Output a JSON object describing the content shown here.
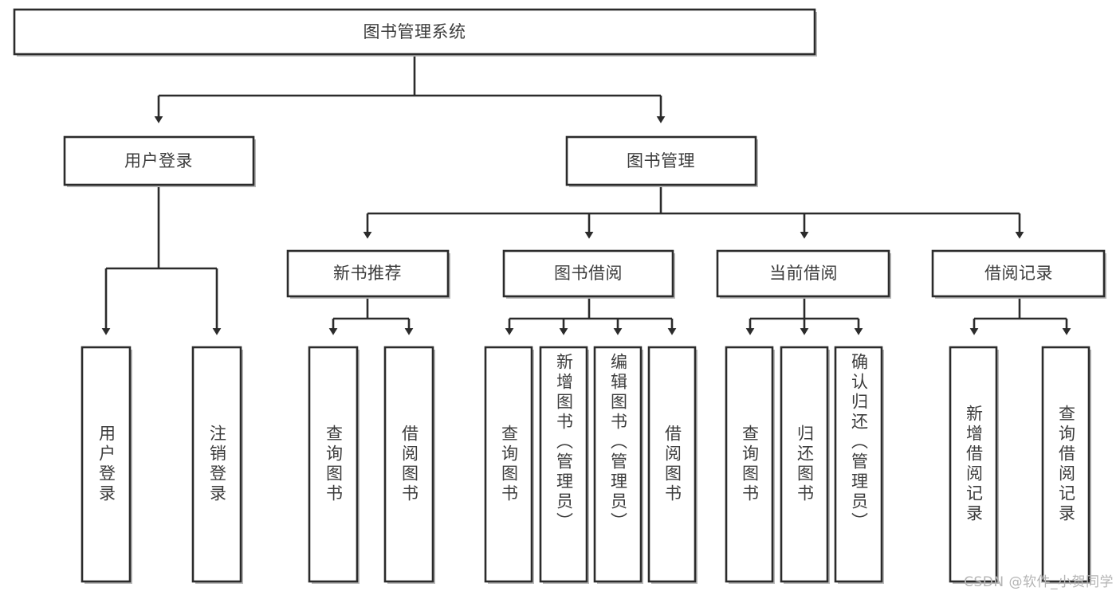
{
  "diagram": {
    "type": "tree",
    "title": "图书管理系统",
    "orientation": "top-down",
    "colors": {
      "stroke": "#2b2b2b",
      "fill": "#ffffff",
      "text": "#3c3c3c",
      "shadow": "#b9b9b9",
      "watermark": "#b4b4b4",
      "background": "#ffffff"
    },
    "root": {
      "label": "图书管理系统"
    },
    "level1": [
      {
        "label": "用户登录"
      },
      {
        "label": "图书管理"
      }
    ],
    "level2": [
      {
        "label": "新书推荐"
      },
      {
        "label": "图书借阅"
      },
      {
        "label": "当前借阅"
      },
      {
        "label": "借阅记录"
      }
    ],
    "leaves": {
      "user_login": [
        {
          "label": "用户登录"
        },
        {
          "label": "注销登录"
        }
      ],
      "new_book_recommend": [
        {
          "label": "查询图书"
        },
        {
          "label": "借阅图书"
        }
      ],
      "book_borrow": [
        {
          "label": "查询图书"
        },
        {
          "label": "新增图书（管理员）"
        },
        {
          "label": "编辑图书（管理员）"
        },
        {
          "label": "借阅图书"
        }
      ],
      "current_borrow": [
        {
          "label": "查询图书"
        },
        {
          "label": "归还图书"
        },
        {
          "label": "确认归还（管理员）"
        }
      ],
      "borrow_record": [
        {
          "label": "新增借阅记录"
        },
        {
          "label": "查询借阅记录"
        }
      ]
    }
  },
  "watermark": {
    "text": "CSDN @软件_小贺同学"
  }
}
